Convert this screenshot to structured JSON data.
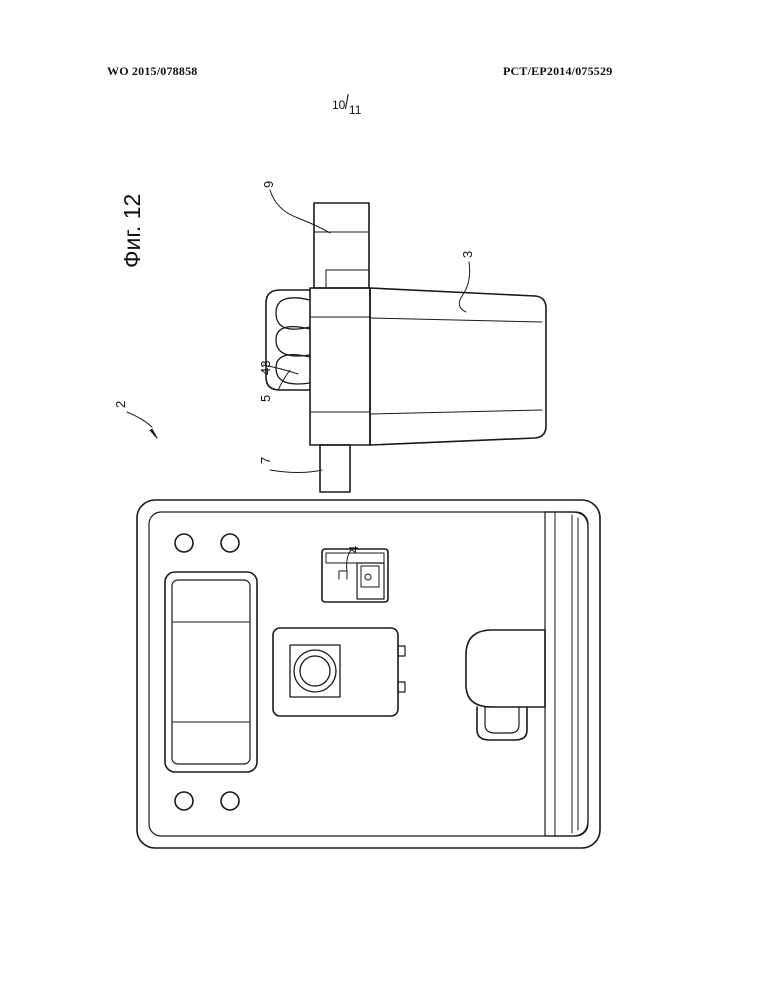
{
  "header": {
    "publication_number": "WO 2015/078858",
    "application_number": "PCT/EP2014/075529"
  },
  "sheet": {
    "current": "10",
    "total": "11"
  },
  "figure": {
    "caption": "Фиг. 12"
  },
  "reference_numerals": {
    "device": "2",
    "container": "3",
    "interface": "4",
    "lid": "5",
    "spout": "7",
    "handle_block": "9",
    "grip": "43"
  }
}
